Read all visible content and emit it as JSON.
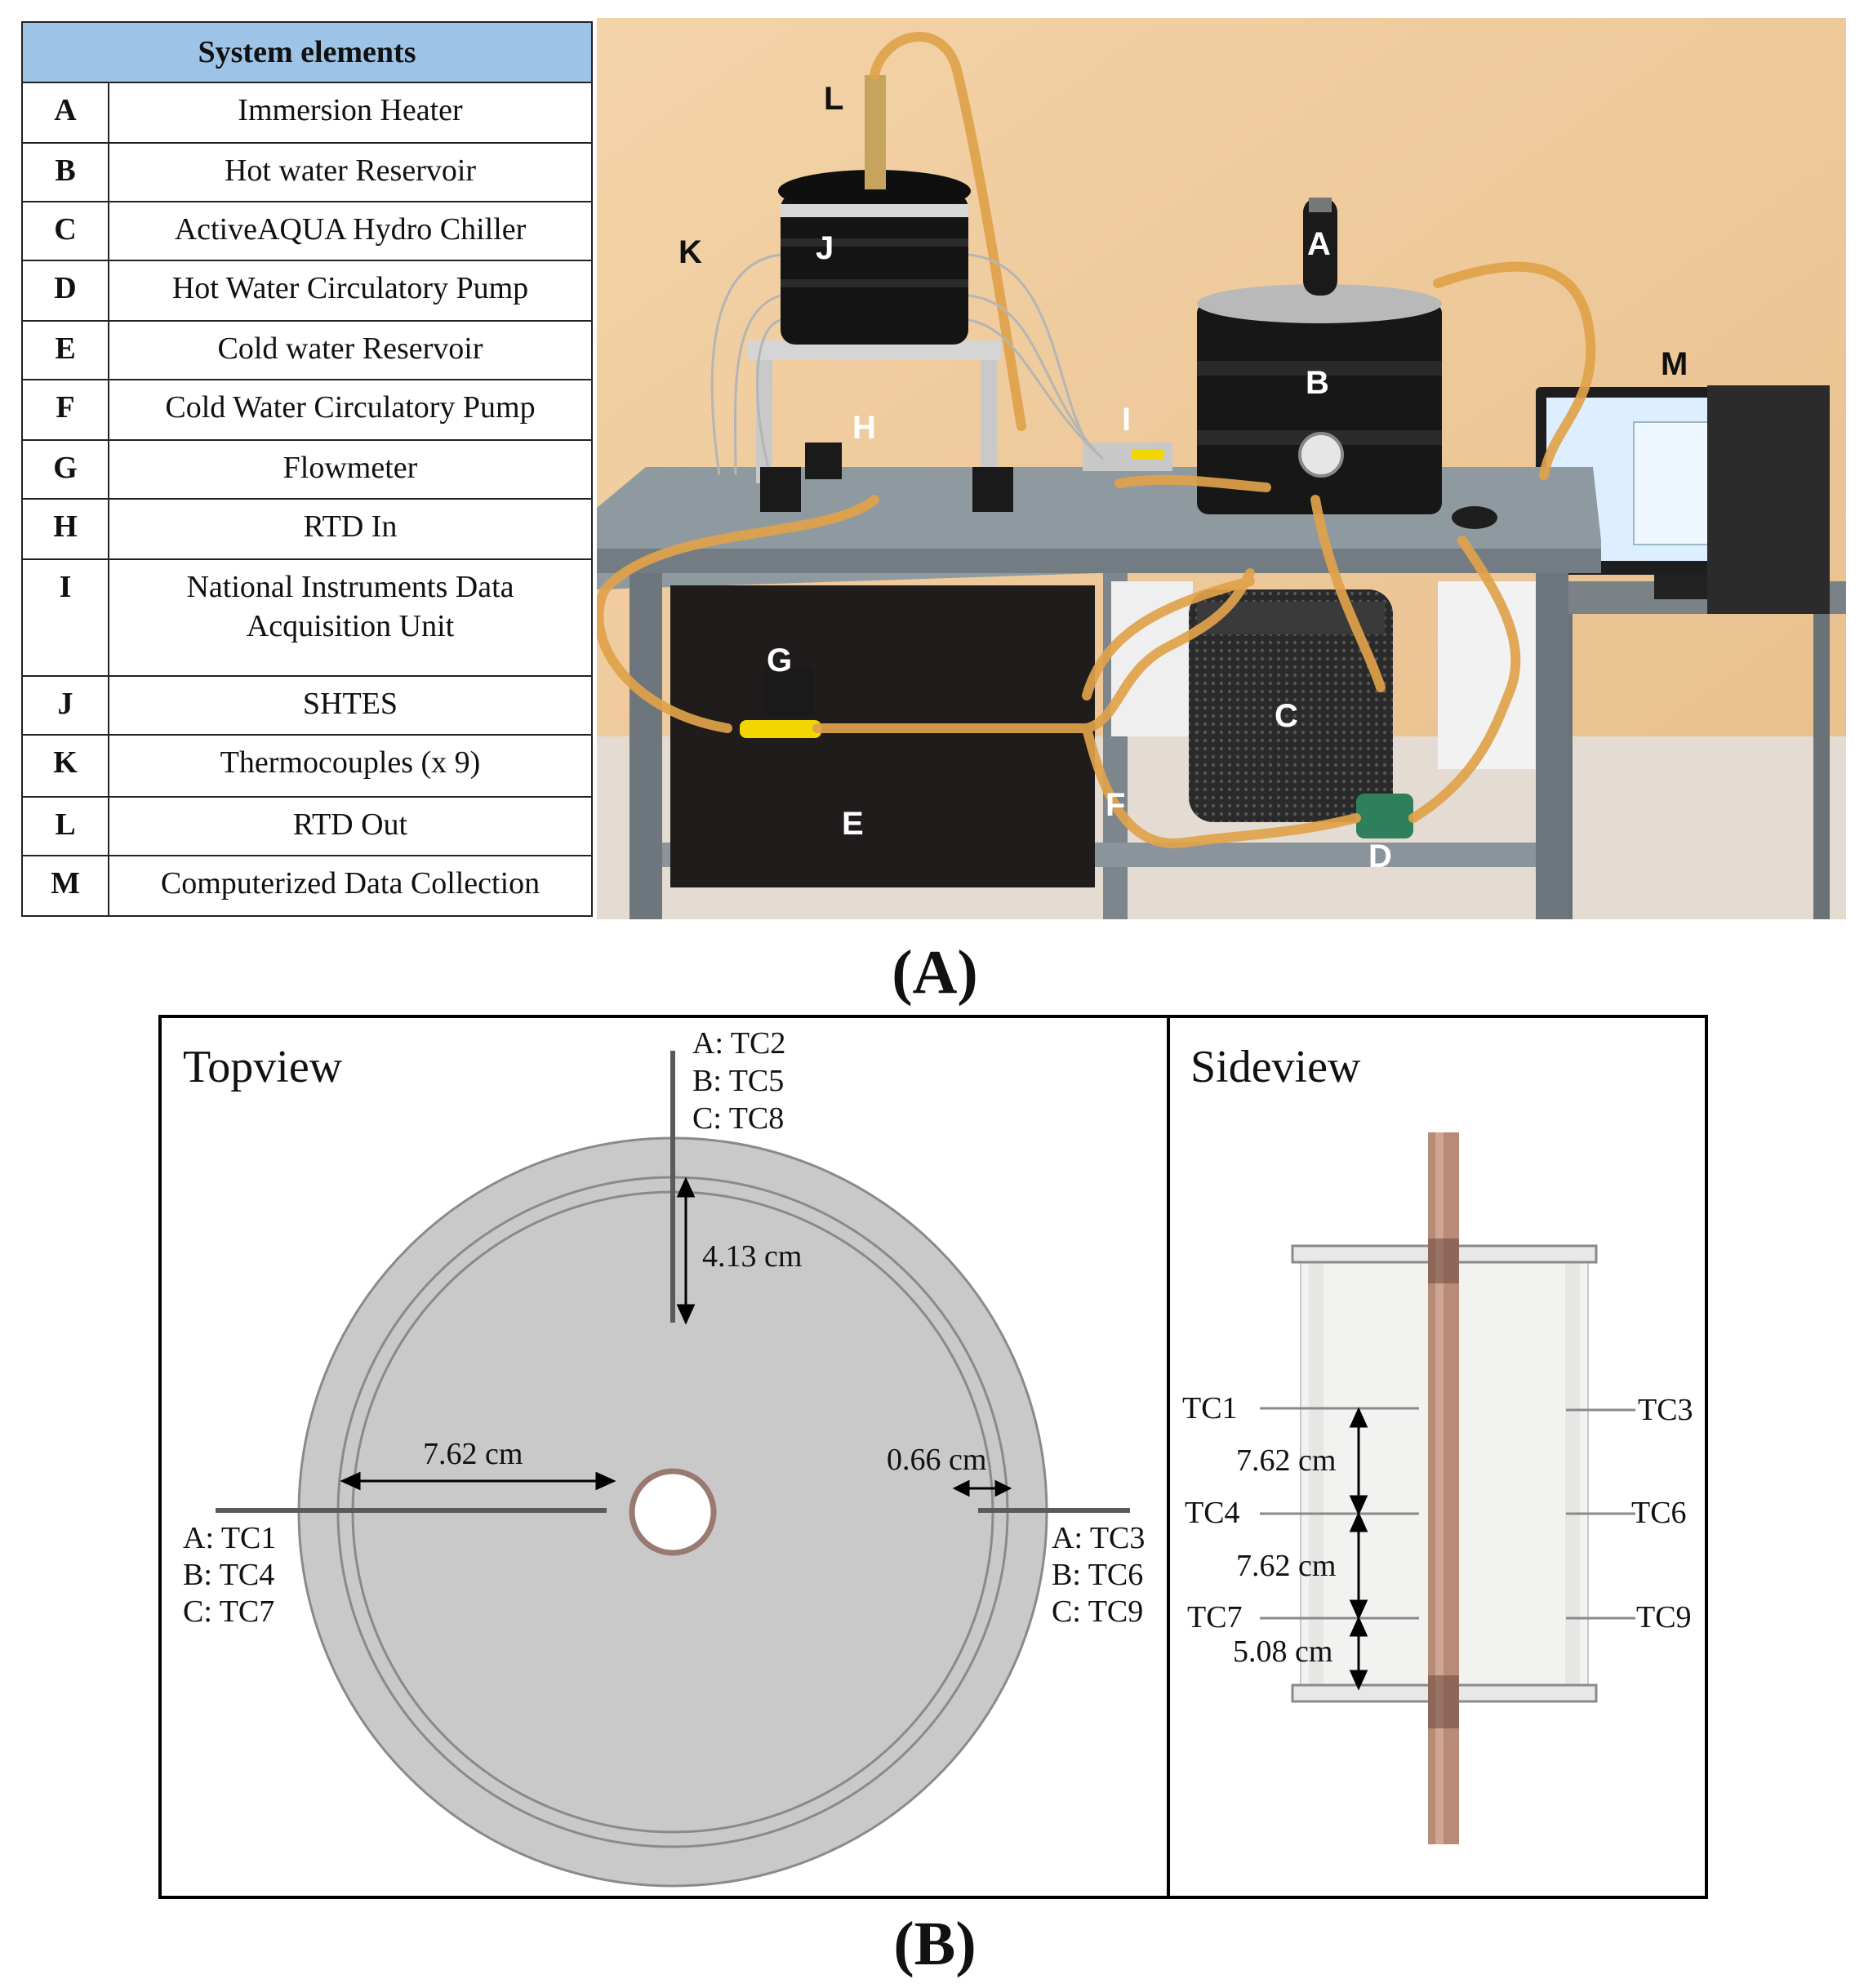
{
  "table": {
    "header": "System elements",
    "rows": [
      {
        "letter": "A",
        "desc": "Immersion Heater"
      },
      {
        "letter": "B",
        "desc": "Hot water Reservoir"
      },
      {
        "letter": "C",
        "desc": "ActiveAQUA Hydro Chiller"
      },
      {
        "letter": "D",
        "desc": "Hot Water Circulatory Pump"
      },
      {
        "letter": "E",
        "desc": "Cold water Reservoir"
      },
      {
        "letter": "F",
        "desc": "Cold Water Circulatory Pump"
      },
      {
        "letter": "G",
        "desc": "Flowmeter"
      },
      {
        "letter": "H",
        "desc": "RTD In"
      },
      {
        "letter": "I",
        "desc": "National Instruments Data Acquisition Unit"
      },
      {
        "letter": "J",
        "desc": "SHTES"
      },
      {
        "letter": "K",
        "desc": "Thermocouples (x 9)"
      },
      {
        "letter": "L",
        "desc": "RTD Out"
      },
      {
        "letter": "M",
        "desc": "Computerized Data Collection"
      }
    ]
  },
  "photo_labels": {
    "L": "L",
    "K": "K",
    "J": "J",
    "A": "A",
    "B": "B",
    "M": "M",
    "H": "H",
    "I": "I",
    "G": "G",
    "C": "C",
    "E": "E",
    "F": "F",
    "D": "D"
  },
  "captions": {
    "a": "(A)",
    "b": "(B)"
  },
  "topview": {
    "title": "Topview",
    "top_labels": [
      "A: TC2",
      "B: TC5",
      "C: TC8"
    ],
    "left_labels": [
      "A: TC1",
      "B: TC4",
      "C: TC7"
    ],
    "right_labels": [
      "A: TC3",
      "B: TC6",
      "C: TC9"
    ],
    "dim_depth": "4.13 cm",
    "dim_radius": "7.62 cm",
    "dim_wall": "0.66 cm"
  },
  "sideview": {
    "title": "Sideview",
    "left_tc": [
      "TC1",
      "TC4",
      "TC7"
    ],
    "right_tc": [
      "TC3",
      "TC6",
      "TC9"
    ],
    "dims": [
      "7.62 cm",
      "7.62 cm",
      "5.08 cm"
    ]
  },
  "colors": {
    "table_header": "#9dc3e6",
    "wall": "#f0c89a",
    "disk": "#c8c8c8",
    "rod": "#b88a78"
  }
}
